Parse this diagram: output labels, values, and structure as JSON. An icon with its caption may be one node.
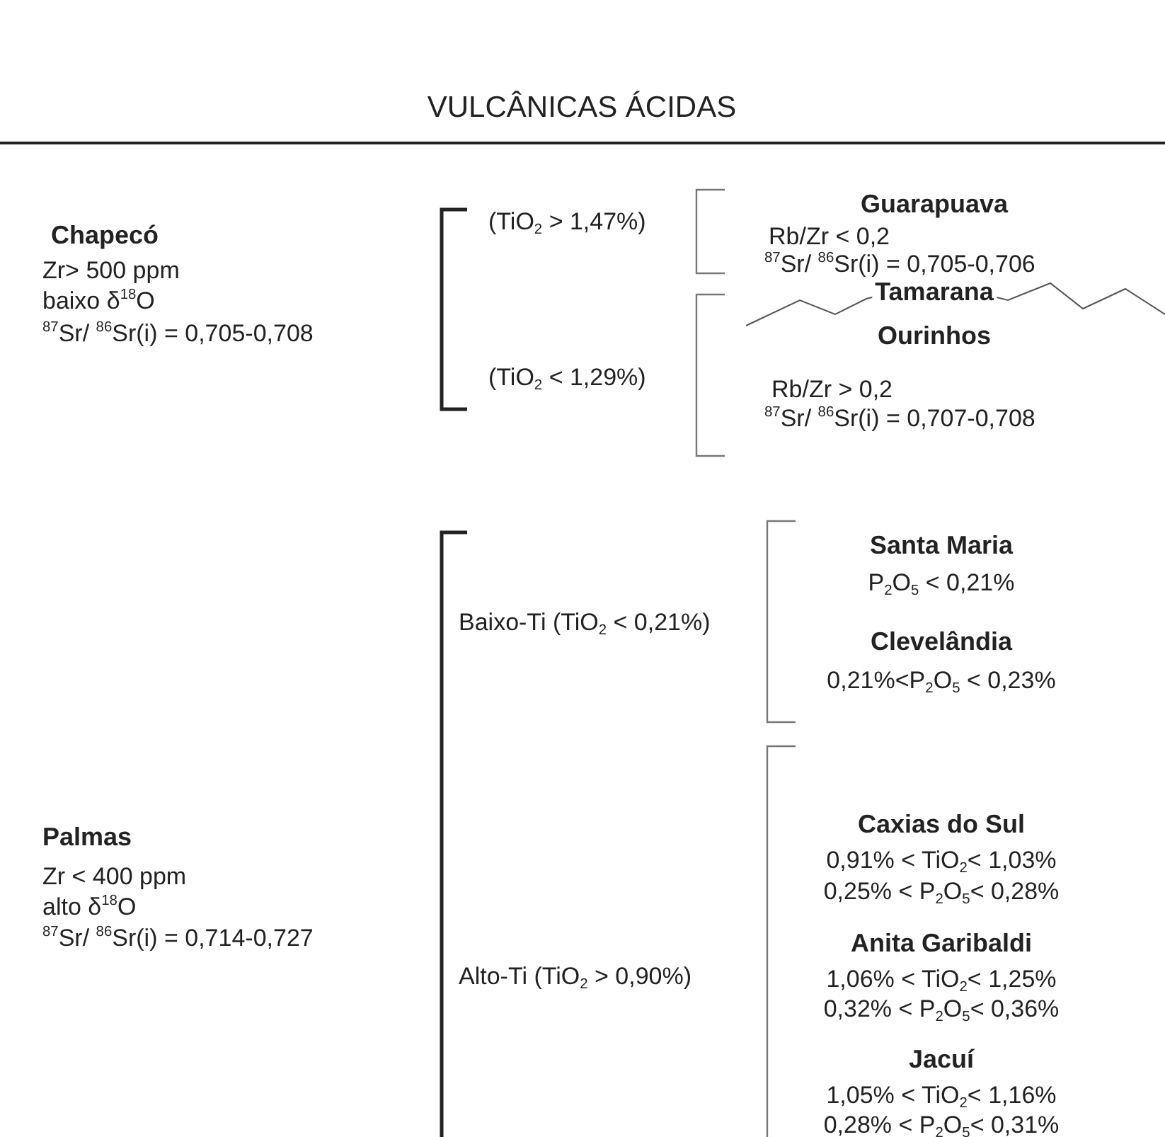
{
  "diagram": {
    "title": "VULCÂNICAS ÁCIDAS",
    "labels": [
      "Chapecó",
      "Zr> 500 ppm",
      "baixo  δ$^{18}$O",
      "$^{87}$Sr/ $^{86}$Sr(i) = 0,705-0,708",
      "(TiO$_{2}$ > 1,47%)",
      "Guarapuava",
      "Rb/Zr < 0,2",
      "$^{87}$Sr/ $^{86}$Sr(i) = 0,705-0,706",
      "Tamarana",
      "(TiO$_{2}$ < 1,29%)",
      "Ourinhos",
      "Rb/Zr > 0,2",
      "$^{87}$Sr/ $^{86}$Sr(i) = 0,707-0,708",
      "Baixo-Ti (TiO$_{2}$ < 0,21%)",
      "Santa Maria",
      "P$_{2}$O$_{5}$ < 0,21%",
      "Clevelândia",
      "0,21%<P$_{2}$O$_{5}$ < 0,23%",
      "Palmas",
      "Zr < 400 ppm",
      "alto  δ$^{18}$O",
      "$^{87}$Sr/ $^{86}$Sr(i) = 0,714-0,727",
      "Caxias do Sul",
      "0,91% < TiO$_{2}$< 1,03%",
      "0,25% < P$_{2}$O$_{5}$< 0,28%",
      "Alto-Ti (TiO$_{2}$ > 0,90%)",
      "Anita Garibaldi",
      "1,06% < TiO$_{2}$< 1,25%",
      "0,32% < P$_{2}$O$_{5}$< 0,36%",
      "Jacuí",
      "1,05% < TiO$_{2}$< 1,16%",
      "0,28% < P$_{2}$O$_{5}$< 0,31%"
    ]
  }
}
